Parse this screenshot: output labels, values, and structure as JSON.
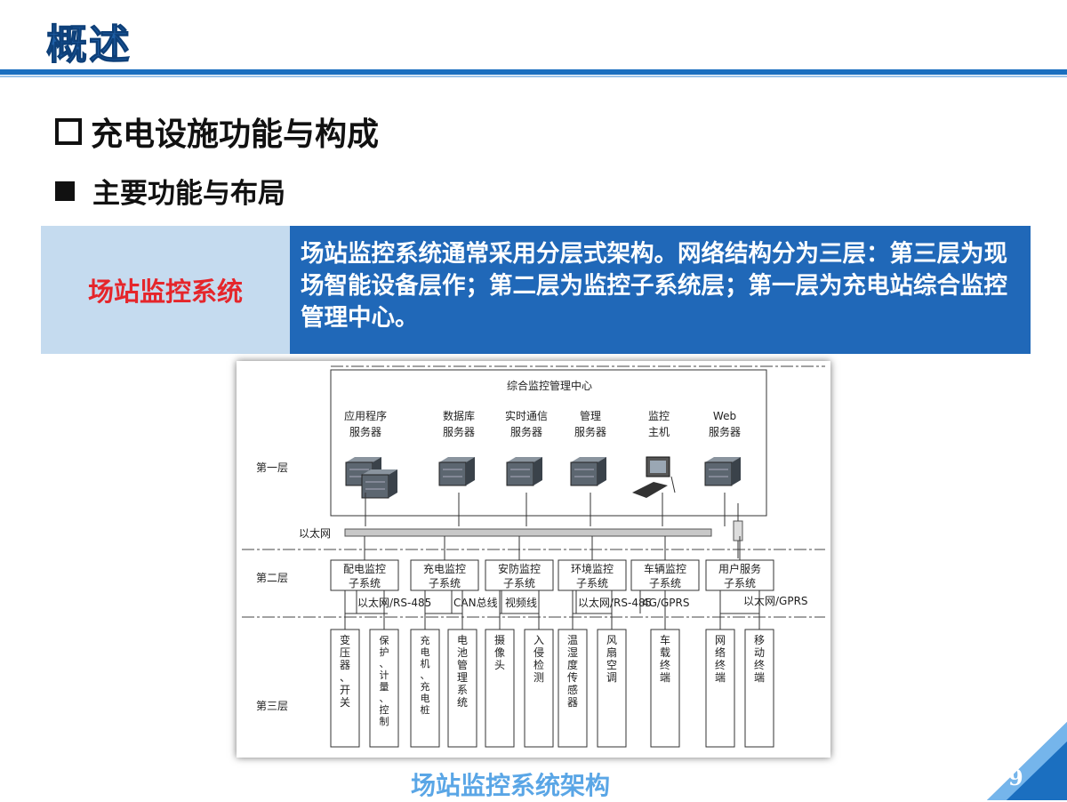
{
  "title": "概述",
  "heading1": "充电设施功能与构成",
  "heading2": "主要功能与布局",
  "panel": {
    "label": "场站监控系统",
    "description": "场站监控系统通常采用分层式架构。网络结构分为三层：第三层为现场智能设备层作；第二层为监控子系统层；第一层为充电站综合监控管理中心。"
  },
  "diagram": {
    "center_title": "综合监控管理中心",
    "layers": {
      "first": "第一层",
      "second": "第二层",
      "third": "第三层"
    },
    "ethernet_label": "以太网",
    "servers": [
      {
        "label1": "应用程序",
        "label2": "服务器",
        "icon": "server-icon"
      },
      {
        "label1": "数据库",
        "label2": "服务器",
        "icon": "server-icon"
      },
      {
        "label1": "实时通信",
        "label2": "服务器",
        "icon": "server-icon"
      },
      {
        "label1": "管理",
        "label2": "服务器",
        "icon": "server-icon"
      },
      {
        "label1": "监控",
        "label2": "主机",
        "icon": "monitor-icon"
      },
      {
        "label1": "Web",
        "label2": "服务器",
        "icon": "server-icon"
      }
    ],
    "subsystems": [
      {
        "line1": "配电监控",
        "line2": "子系统"
      },
      {
        "line1": "充电监控",
        "line2": "子系统"
      },
      {
        "line1": "安防监控",
        "line2": "子系统"
      },
      {
        "line1": "环境监控",
        "line2": "子系统"
      },
      {
        "line1": "车辆监控",
        "line2": "子系统"
      },
      {
        "line1": "用户服务",
        "line2": "子系统"
      }
    ],
    "links": [
      "以太网/RS-485",
      "CAN总线",
      "视频线",
      "以太网/RS-485",
      "4G/GPRS",
      "以太网/GPRS"
    ],
    "devices": [
      "变压器、开关",
      "保护、计量、控制",
      "充电机、充电桩",
      "电池管理系统",
      "摄像头",
      "入侵检测",
      "温湿度传感器",
      "风扇空调",
      "车载终端",
      "网络终端",
      "移动终端"
    ]
  },
  "caption": "场站监控系统架构",
  "page_number": "9"
}
